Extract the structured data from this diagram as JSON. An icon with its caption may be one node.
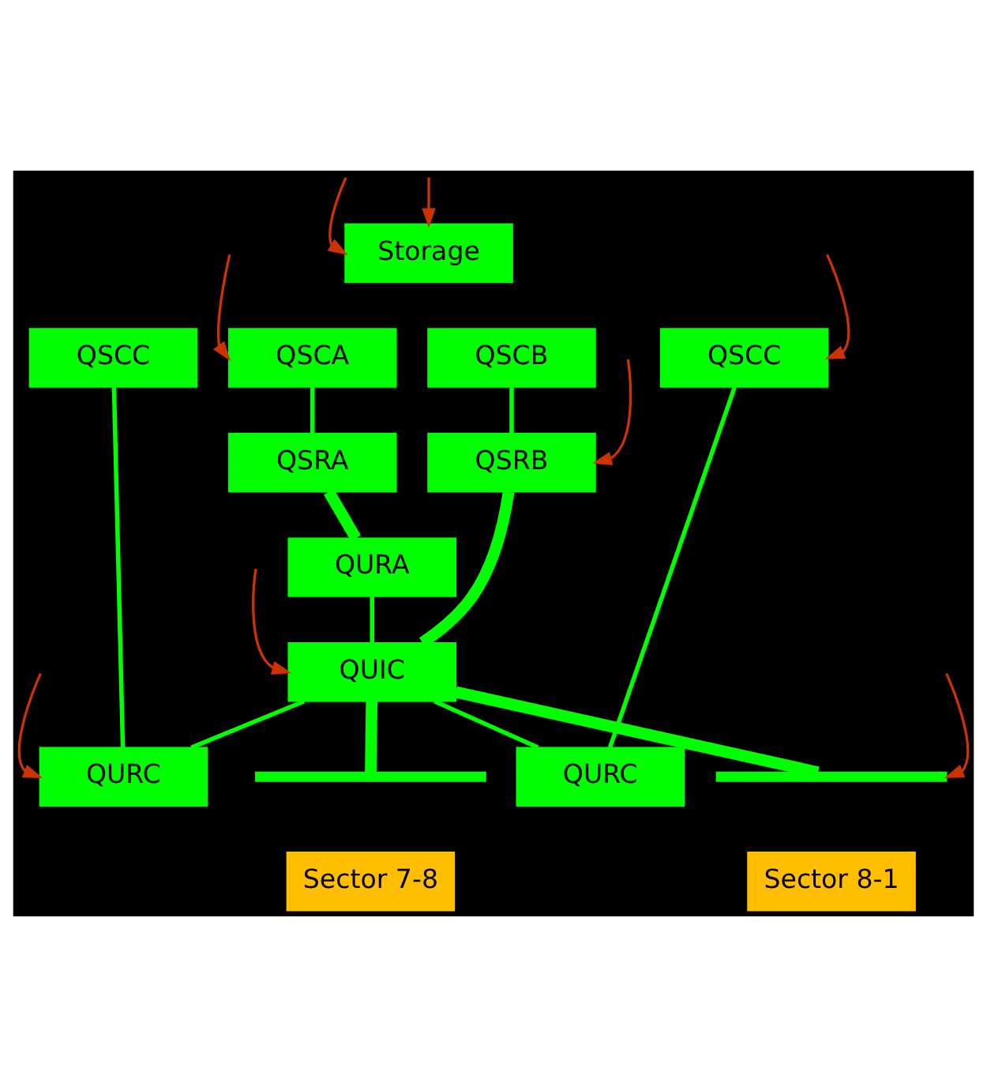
{
  "diagram": {
    "nodes": [
      {
        "text": [
          "Storage"
        ]
      },
      {
        "text": [
          "QSCC"
        ]
      },
      {
        "text": [
          "QSCA"
        ]
      },
      {
        "text": [
          "QSCB"
        ]
      },
      {
        "text": [
          "QSCC"
        ]
      },
      {
        "text": [
          "QSRA"
        ]
      },
      {
        "text": [
          "QSRB"
        ]
      },
      {
        "text": [
          "QURA"
        ]
      },
      {
        "text": [
          "QUIC"
        ]
      },
      {
        "text": [
          "QURC"
        ]
      },
      {
        "text": [
          "QURC"
        ]
      },
      {
        "text": [],
        "shape": "bar"
      },
      {
        "text": [],
        "shape": "bar"
      },
      {
        "text": [
          "Sector 7-8"
        ]
      },
      {
        "text": [
          "Sector 8-1"
        ]
      }
    ],
    "edges": [
      {
        "from": 2,
        "to": 5,
        "arrow": "none"
      },
      {
        "from": 3,
        "to": 6,
        "arrow": "none"
      },
      {
        "from": 5,
        "to": 7,
        "arrow": "none",
        "style": "thick"
      },
      {
        "from": 6,
        "to": 8,
        "arrow": "none",
        "style": "thick"
      },
      {
        "from": 7,
        "to": 8,
        "arrow": "none"
      },
      {
        "from": 1,
        "to": 9,
        "arrow": "none"
      },
      {
        "from": 4,
        "to": 10,
        "arrow": "none"
      },
      {
        "from": 8,
        "to": 9,
        "arrow": "none"
      },
      {
        "from": 8,
        "to": 10,
        "arrow": "none"
      },
      {
        "from": 8,
        "to": 11,
        "arrow": "none",
        "style": "thick"
      },
      {
        "from": 8,
        "to": 12,
        "arrow": "none",
        "style": "thick"
      },
      {
        "from": null,
        "to": 0,
        "arrow": "to",
        "color": "#cc3300"
      },
      {
        "from": null,
        "to": 0,
        "arrow": "to",
        "color": "#cc3300"
      },
      {
        "from": null,
        "to": 2,
        "arrow": "to",
        "color": "#cc3300"
      },
      {
        "from": null,
        "to": 4,
        "arrow": "to",
        "color": "#cc3300"
      },
      {
        "from": null,
        "to": 6,
        "arrow": "to",
        "color": "#cc3300"
      },
      {
        "from": null,
        "to": 8,
        "arrow": "to",
        "color": "#cc3300"
      },
      {
        "from": null,
        "to": 9,
        "arrow": "to",
        "color": "#cc3300"
      },
      {
        "from": null,
        "to": 12,
        "arrow": "to",
        "color": "#cc3300"
      }
    ]
  }
}
